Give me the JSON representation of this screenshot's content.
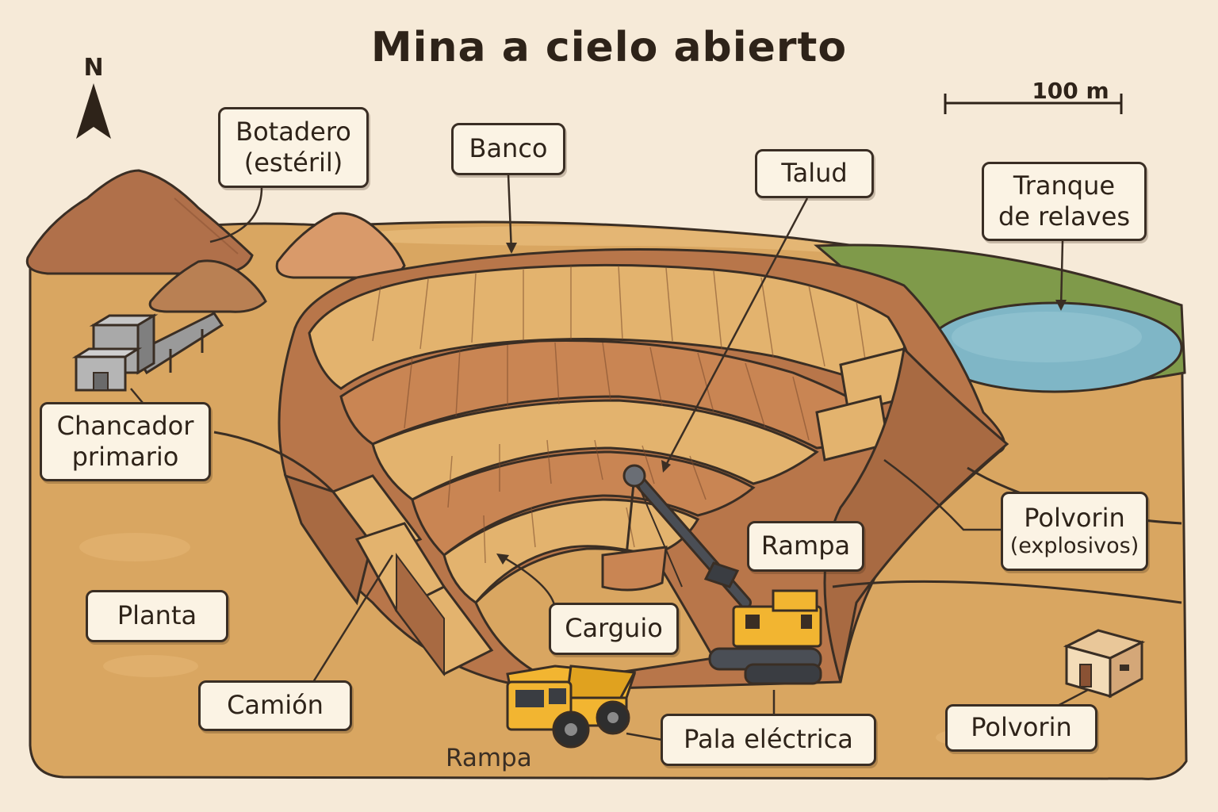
{
  "title": "Mina a cielo abierto",
  "compass": {
    "label": "N",
    "icon": "north-arrow-icon"
  },
  "scale_bar": {
    "label": "100 m"
  },
  "labels": {
    "botadero": {
      "line1": "Botadero",
      "line2": "(estéril)"
    },
    "banco": "Banco",
    "talud": "Talud",
    "tranque": {
      "line1": "Tranque",
      "line2": "de relaves"
    },
    "chancador": {
      "line1": "Chancador",
      "line2": "primario"
    },
    "polvorin_explosivos": {
      "line1": "Polvorin",
      "line2": "(explosivos)"
    },
    "rampa": "Rampa",
    "planta": "Planta",
    "carguio": "Carguio",
    "camion": "Camión",
    "pala": "Pala eléctrica",
    "polvorin": "Polvorin",
    "rampa_bottom": "Rampa"
  },
  "colors": {
    "background": "#f6ead8",
    "ground": "#d9a661",
    "pit_wall": "#b8764a",
    "bench_top": "#e3b36e",
    "water": "#7fb6c6",
    "grass": "#7f9a4a",
    "truck": "#f2b531",
    "outline": "#3a2e24"
  }
}
